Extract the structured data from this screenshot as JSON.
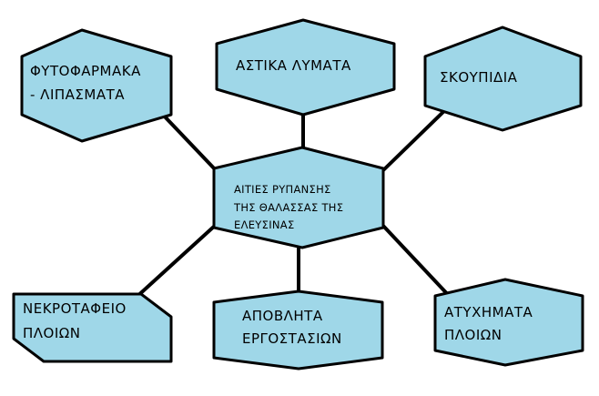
{
  "colors": {
    "fill": "#9fd7e8",
    "stroke": "#000000",
    "background": "#ffffff"
  },
  "center": {
    "lines": [
      "ΑΙΤΙΕΣ ΡΥΠΑΝΣΗΣ",
      "ΤΗΣ ΘΑΛΑΣΣΑΣ ΤΗΣ",
      "ΕΛΕΥΣΙΝΑΣ"
    ]
  },
  "nodes": [
    {
      "id": "pesticides",
      "lines": [
        "ΦΥΤΟΦΑΡΜΑΚΑ",
        "- ΛΙΠΑΣΜΑΤΑ"
      ]
    },
    {
      "id": "sewage",
      "lines": [
        "ΑΣΤΙΚΑ ΛΥΜΑΤΑ"
      ]
    },
    {
      "id": "garbage",
      "lines": [
        "ΣΚΟΥΠΙΔΙΑ"
      ]
    },
    {
      "id": "ship-graveyard",
      "lines": [
        "ΝΕΚΡΟΤΑΦΕΙΟ",
        "ΠΛΟΙΩΝ"
      ]
    },
    {
      "id": "factory-waste",
      "lines": [
        "ΑΠΟΒΛΗΤΑ",
        "ΕΡΓΟΣΤΑΣΙΩΝ"
      ]
    },
    {
      "id": "ship-accidents",
      "lines": [
        "ΑΤΥΧΗΜΑΤΑ",
        "ΠΛΟΙΩΝ"
      ]
    }
  ]
}
